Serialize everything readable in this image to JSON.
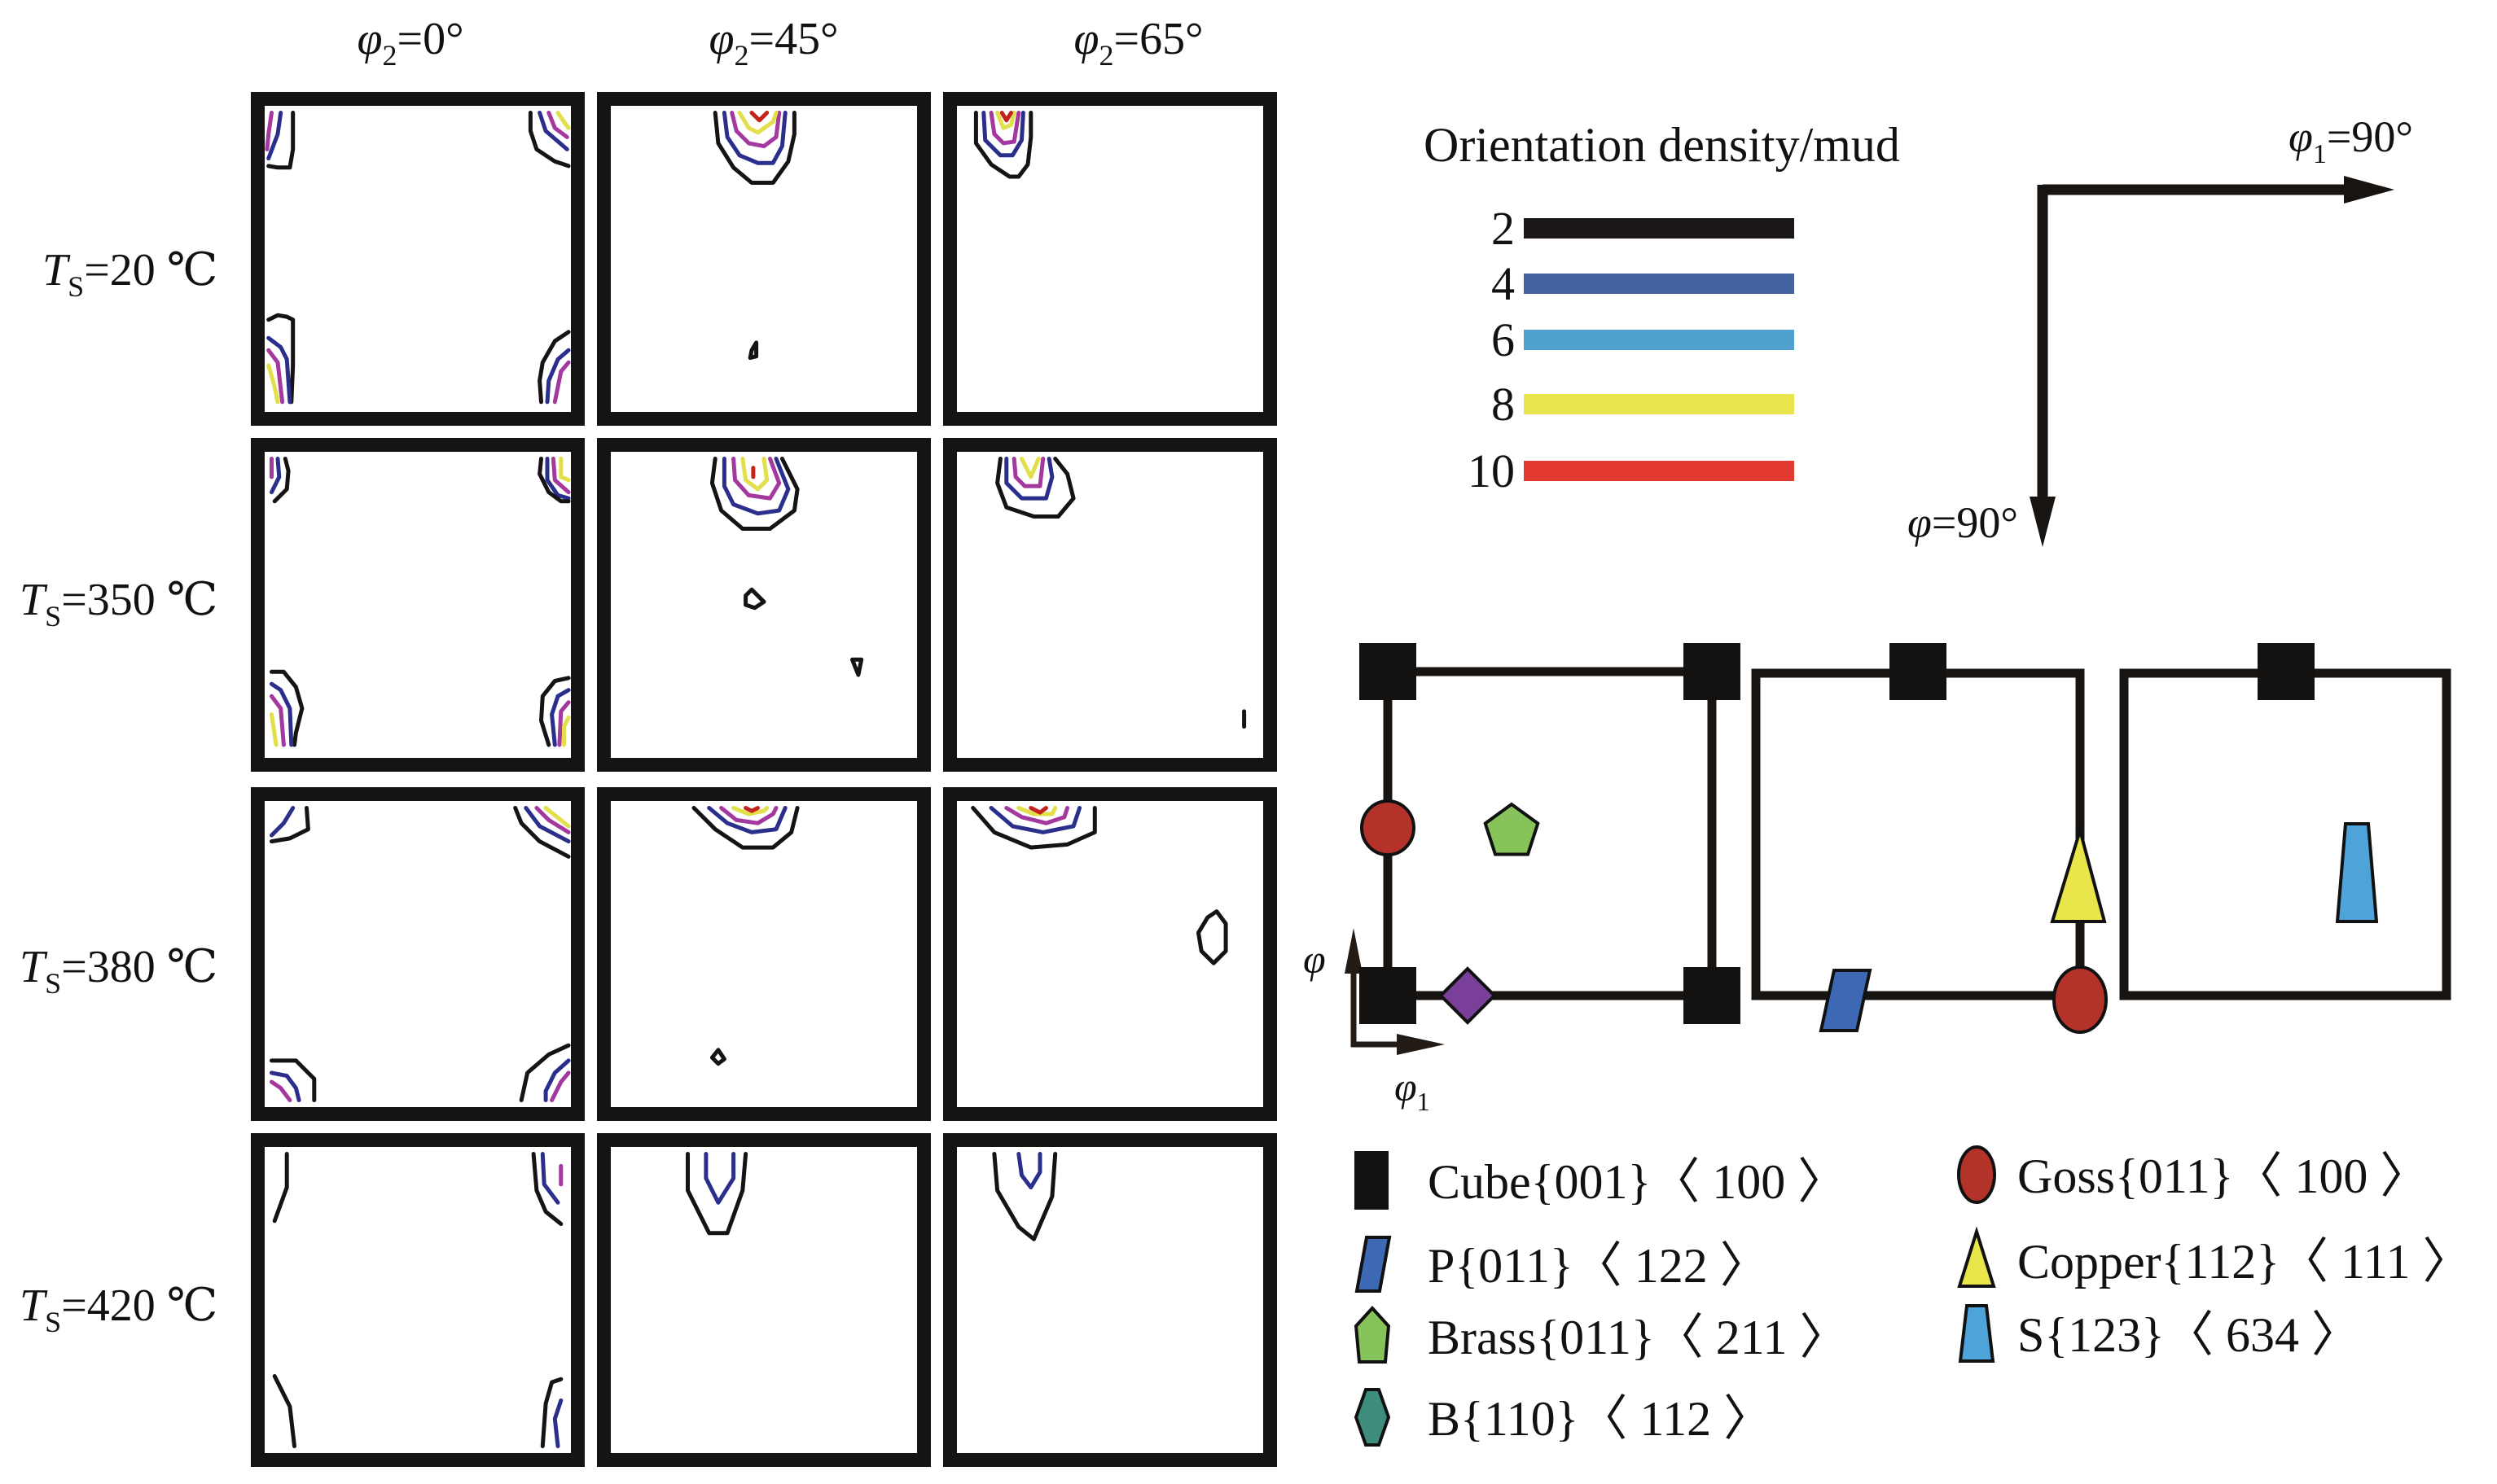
{
  "figure": {
    "column_headers": [
      {
        "symbol": "φ",
        "sub": "2",
        "value": "=0°"
      },
      {
        "symbol": "φ",
        "sub": "2",
        "value": "=45°"
      },
      {
        "symbol": "φ",
        "sub": "2",
        "value": "=65°"
      }
    ],
    "row_labels": [
      {
        "symbol": "T",
        "sub": "S",
        "value": "=20 ℃"
      },
      {
        "symbol": "T",
        "sub": "S",
        "value": "=350 ℃"
      },
      {
        "symbol": "T",
        "sub": "S",
        "value": "=380 ℃"
      },
      {
        "symbol": "T",
        "sub": "S",
        "value": "=420 ℃"
      }
    ],
    "panels": [
      {
        "row": 0,
        "col": 0,
        "id": "t20-p0",
        "max_level": 8
      },
      {
        "row": 0,
        "col": 1,
        "id": "t20-p45",
        "max_level": 10
      },
      {
        "row": 0,
        "col": 2,
        "id": "t20-p65",
        "max_level": 10
      },
      {
        "row": 1,
        "col": 0,
        "id": "t350-p0",
        "max_level": 8
      },
      {
        "row": 1,
        "col": 1,
        "id": "t350-p45",
        "max_level": 10
      },
      {
        "row": 1,
        "col": 2,
        "id": "t350-p65",
        "max_level": 8
      },
      {
        "row": 2,
        "col": 0,
        "id": "t380-p0",
        "max_level": 8
      },
      {
        "row": 2,
        "col": 1,
        "id": "t380-p45",
        "max_level": 10
      },
      {
        "row": 2,
        "col": 2,
        "id": "t380-p65",
        "max_level": 10
      },
      {
        "row": 3,
        "col": 0,
        "id": "t420-p0",
        "max_level": 6
      },
      {
        "row": 3,
        "col": 1,
        "id": "t420-p45",
        "max_level": 4
      },
      {
        "row": 3,
        "col": 2,
        "id": "t420-p65",
        "max_level": 4
      }
    ]
  },
  "density_legend": {
    "title": "Orientation density/mud",
    "levels": [
      {
        "label": "2",
        "color": "#1a1716"
      },
      {
        "label": "4",
        "color": "#45639f"
      },
      {
        "label": "6",
        "color": "#4f9fcf"
      },
      {
        "label": "8",
        "color": "#e8e64c"
      },
      {
        "label": "10",
        "color": "#e23a30"
      }
    ]
  },
  "contour_colors": {
    "2": "#151313",
    "4": "#2b2f8c",
    "6": "#a3389e",
    "8": "#e2e04a",
    "10": "#c2241d"
  },
  "axes_guide": {
    "horizontal": {
      "symbol": "φ",
      "sub": "1",
      "value": "=90°"
    },
    "vertical": {
      "symbol": "φ",
      "sub": "",
      "value": "=90°"
    }
  },
  "key_diagram": {
    "axis_phi": "φ",
    "axis_phi1": {
      "symbol": "φ",
      "sub": "1"
    }
  },
  "texture_legend": [
    {
      "name": "Cube",
      "plane": "{001}",
      "dir": "〈 100 〉",
      "shape": "square",
      "color": "#141210"
    },
    {
      "name": "P",
      "plane": "{011}",
      "dir": "〈 122 〉",
      "shape": "parallelogram",
      "color": "#3d68b3"
    },
    {
      "name": "Brass",
      "plane": "{011}",
      "dir": "〈 211 〉",
      "shape": "pentagon",
      "color": "#86c35a"
    },
    {
      "name": "B",
      "plane": "{110}",
      "dir": "〈 112 〉",
      "shape": "hexagon",
      "color": "#3e8d7c"
    },
    {
      "name": "Goss",
      "plane": "{011}",
      "dir": "〈 100 〉",
      "shape": "circle",
      "color": "#b3322a"
    },
    {
      "name": "Copper",
      "plane": "{112}",
      "dir": "〈 111 〉",
      "shape": "triangle",
      "color": "#e8e64a"
    },
    {
      "name": "S",
      "plane": "{123}",
      "dir": "〈 634 〉",
      "shape": "trapezoid",
      "color": "#4ea3d8"
    }
  ],
  "key_markers": {
    "brass_color": "#86c35a",
    "goss_color": "#b3322a",
    "copper_color": "#e8e64a",
    "s_color": "#4ea3d8",
    "p_color": "#3d68b3",
    "diamond_color": "#7a3f99",
    "cube_color": "#141210"
  }
}
